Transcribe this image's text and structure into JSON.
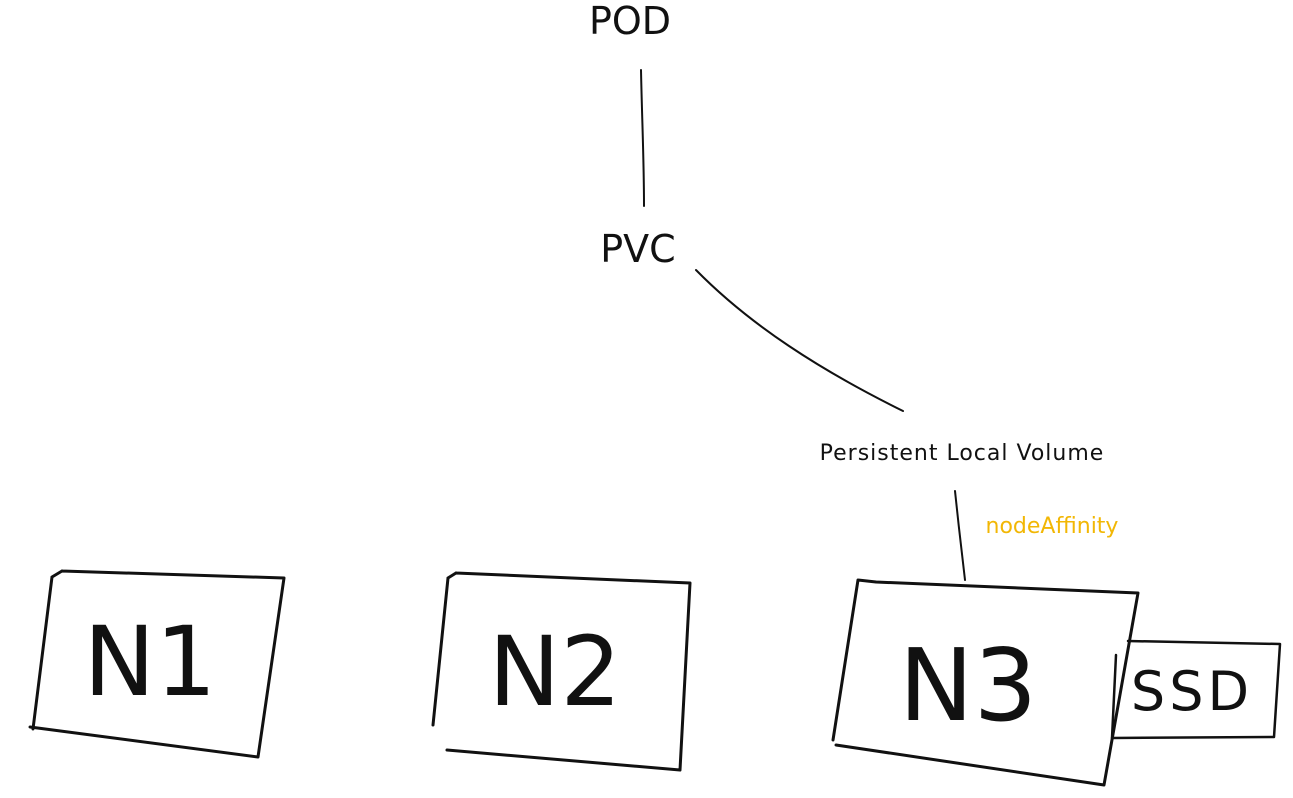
{
  "nodes": {
    "pod": {
      "label": "POD"
    },
    "pvc": {
      "label": "PVC"
    },
    "volume": {
      "label": "Persistent Local Volume"
    },
    "n1": {
      "label": "N1"
    },
    "n2": {
      "label": "N2"
    },
    "n3": {
      "label": "N3"
    },
    "ssd": {
      "label": "SSD"
    }
  },
  "edges": {
    "affinity": {
      "label": "nodeAffinity"
    }
  },
  "colors": {
    "ink": "#111111",
    "annotation": "#f2b705",
    "background": "#ffffff"
  }
}
